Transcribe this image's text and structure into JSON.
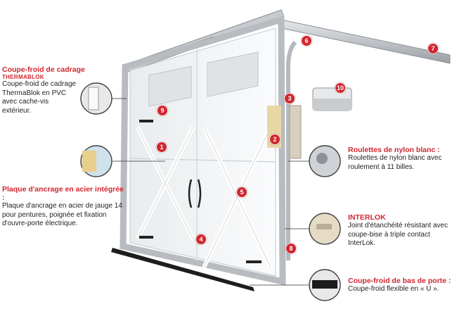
{
  "callouts": {
    "thermablok": {
      "title": "Coupe-froid de cadrage",
      "subtitle": "THERMABLOK",
      "description": "Coupe-froid de cadrage ThermaBlok en PVC avec cache-vis extérieur."
    },
    "plaque": {
      "title": "Plaque d'ancrage en acier intégrée :",
      "description": "Plaque d'ancrage en acier de jauge 14 pour pentures, poignée et fixation d'ouvre-porte électrique."
    },
    "roulettes": {
      "title": "Roulettes de nylon blanc :",
      "description": "Roulettes de nylon blanc avec roulement à 11 billes."
    },
    "interlok": {
      "title": "INTERLOK",
      "description": "Joint d'étanchéité résistant avec coupe-bise à triple contact InterLok."
    },
    "coupefroid_bas": {
      "title": "Coupe-froid de bas de porte :",
      "description": "Coupe-froid flexible en « U »."
    }
  },
  "badges": [
    "1",
    "2",
    "3",
    "4",
    "5",
    "6",
    "7",
    "8",
    "9",
    "10"
  ],
  "colors": {
    "accent": "#d0262e",
    "text": "#1f1f1f",
    "frame": "#b8bcc0",
    "door": "#f4f5f6"
  }
}
